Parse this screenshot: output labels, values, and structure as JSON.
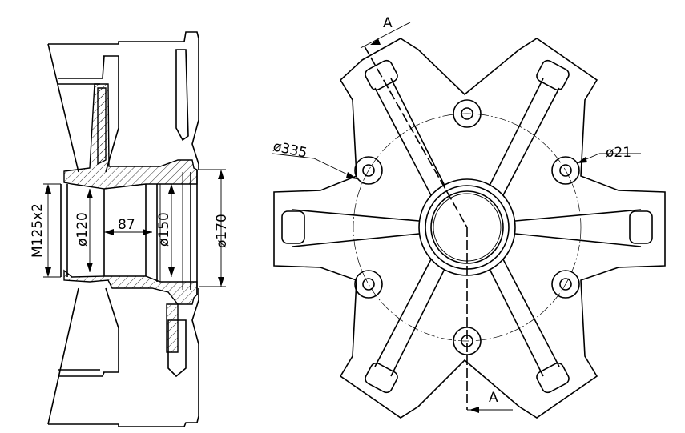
{
  "dimensions": {
    "thread": "M125x2",
    "bore_120": "ø120",
    "length_87": "87",
    "bore_150": "ø150",
    "outer_170": "ø170",
    "pcd_335": "ø335",
    "hole_21": "ø21"
  },
  "section_marks": {
    "top": "A",
    "bottom": "A"
  }
}
